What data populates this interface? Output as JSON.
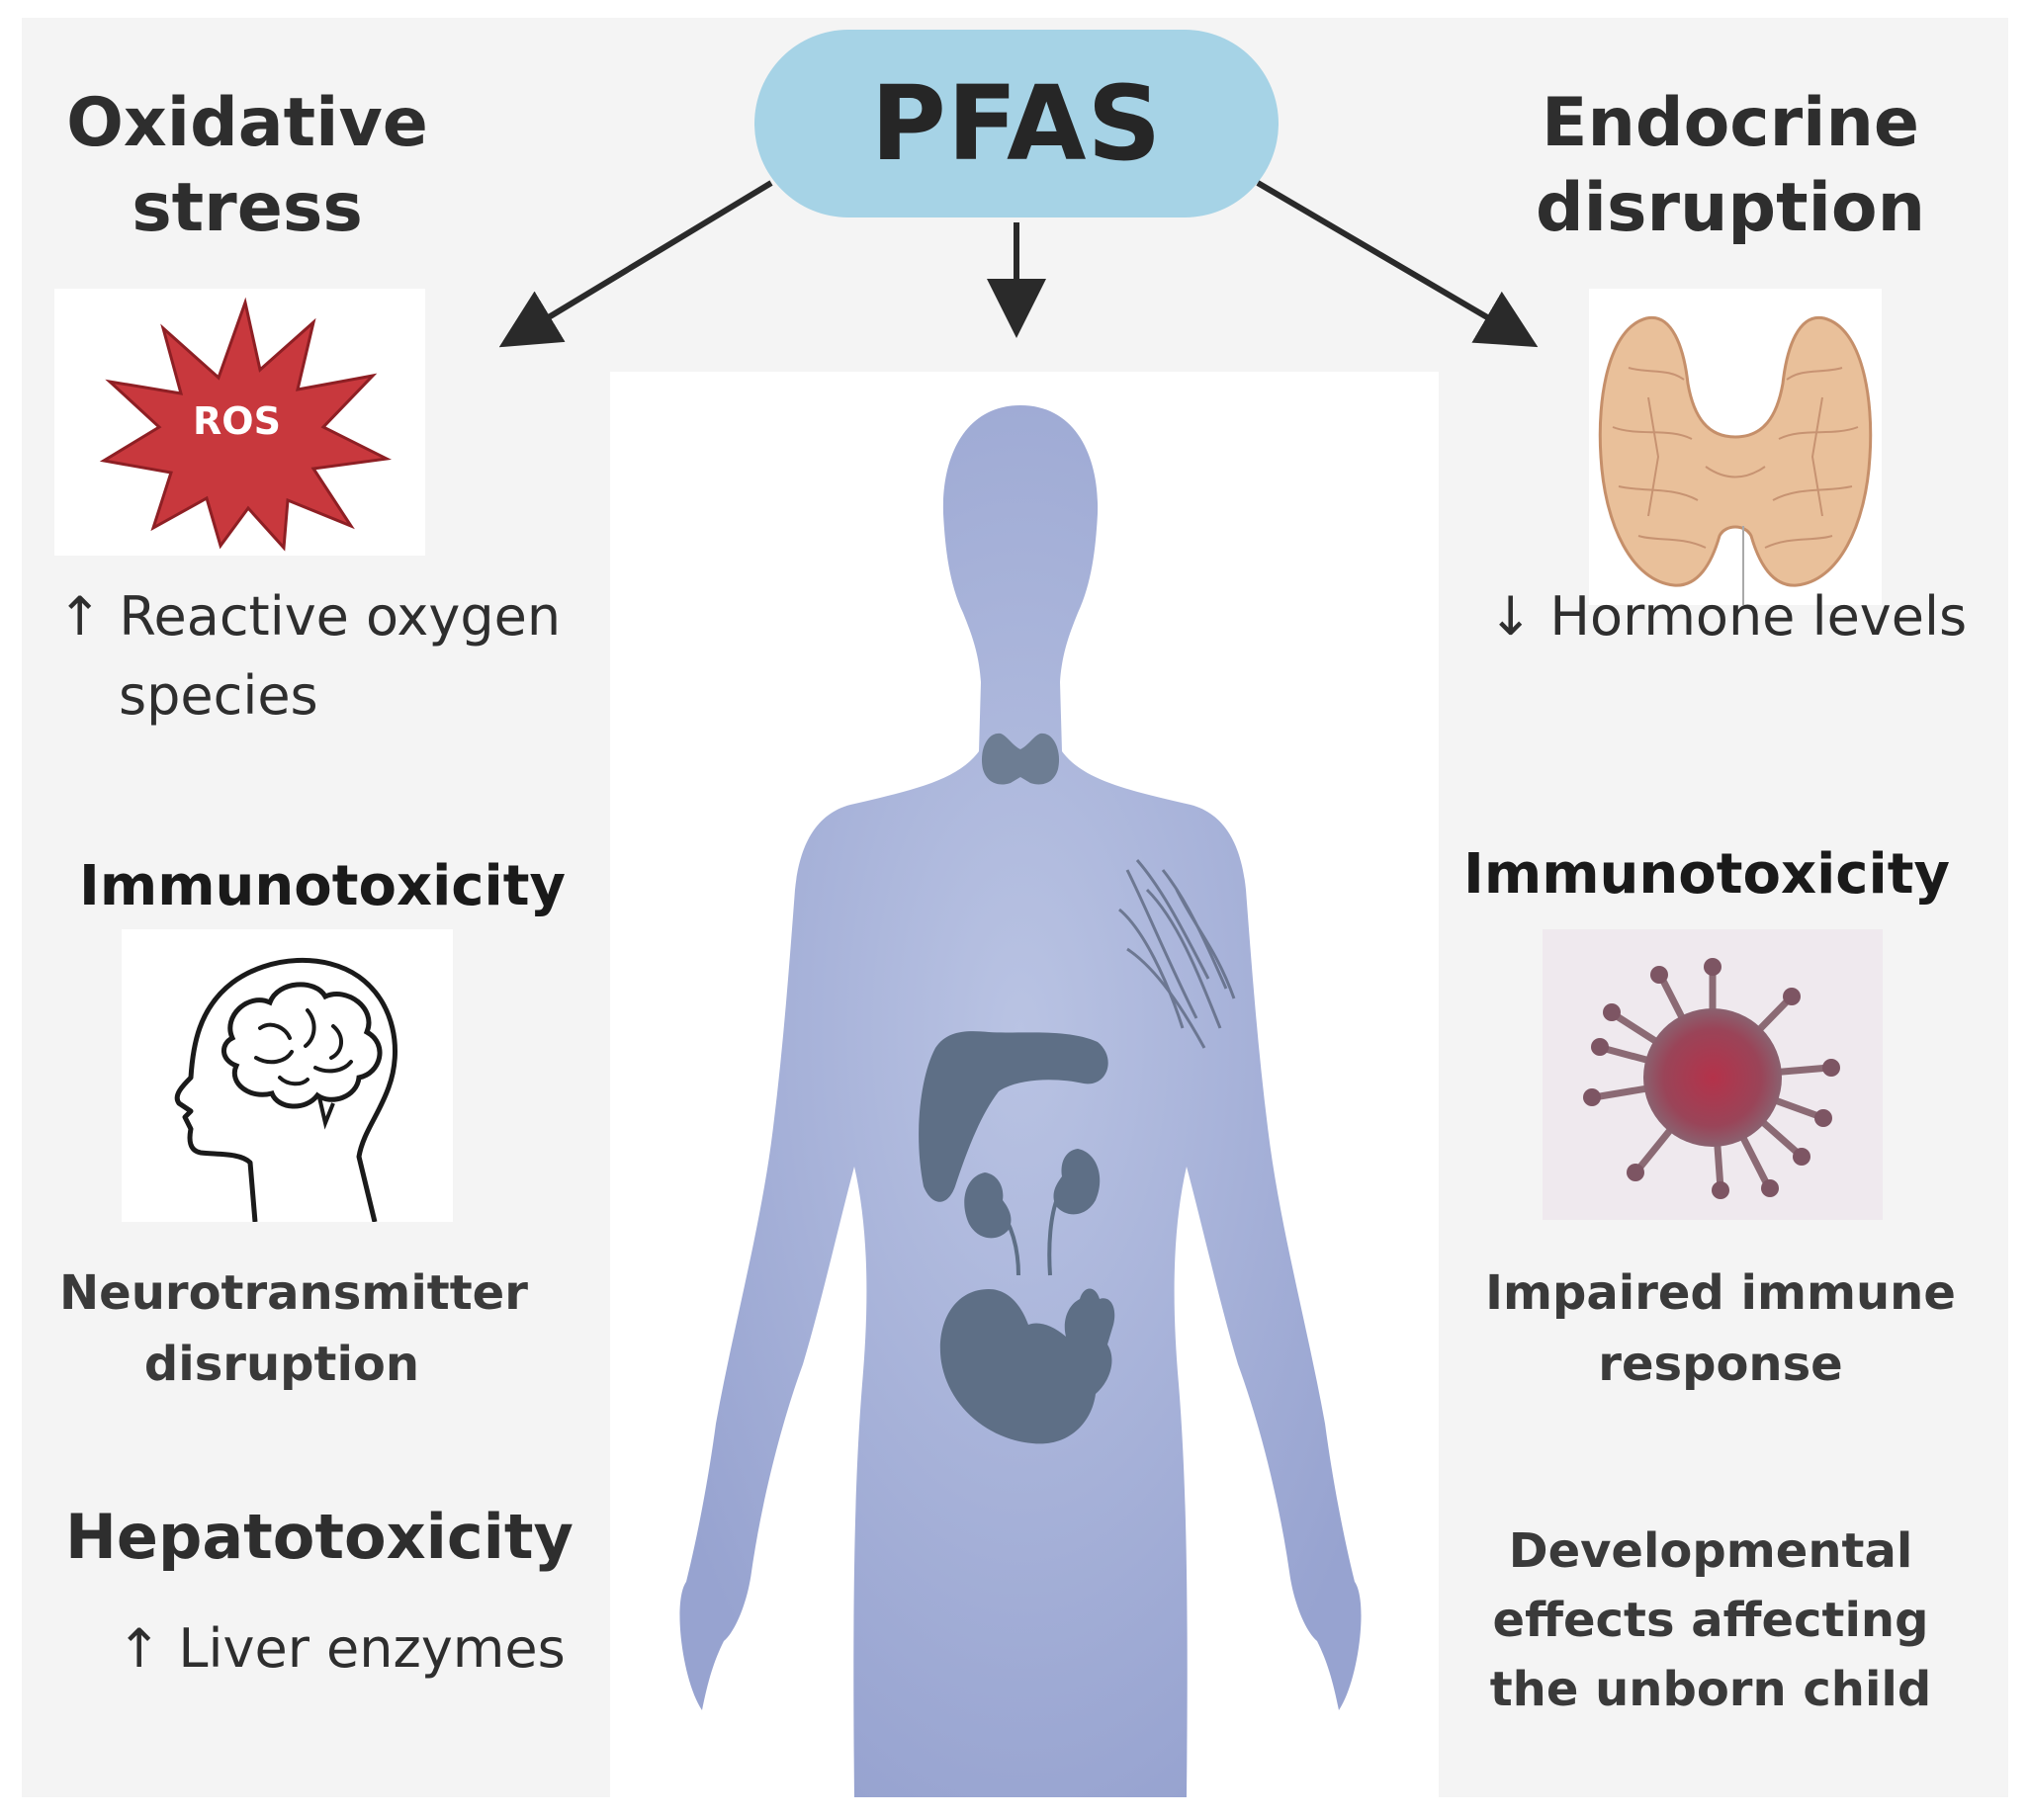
{
  "center": {
    "label": "PFAS"
  },
  "left": {
    "oxidative": {
      "title_line1": "Oxidative",
      "title_line2": "stress",
      "badge": "ROS",
      "desc_arrow": "↑",
      "desc_line1": "Reactive oxygen",
      "desc_line2": "species"
    },
    "immuno": {
      "title": "Immunotoxicity",
      "desc_line1": "Neurotransmitter",
      "desc_line2": "disruption"
    },
    "hepato": {
      "title": "Hepatotoxicity",
      "desc_arrow": "↑",
      "desc": "Liver enzymes"
    }
  },
  "right": {
    "endocrine": {
      "title_line1": "Endocrine",
      "title_line2": "disruption",
      "desc_arrow": "↓",
      "desc": "Hormone levels"
    },
    "immuno": {
      "title": "Immunotoxicity",
      "desc_line1": "Impaired immune",
      "desc_line2": "response"
    },
    "developmental": {
      "line1": "Developmental",
      "line2": "effects affecting",
      "line3": "the unborn child"
    }
  },
  "icons": [
    "ros-burst-icon",
    "brain-head-icon",
    "thyroid-gland-icon",
    "virus-cell-icon",
    "human-body-icon",
    "liver-icon",
    "kidney-icon",
    "fetus-icon",
    "lymph-vessels-icon"
  ],
  "colors": {
    "pill": "#a6d3e6",
    "ros": "#c8383d",
    "body": "#9aa6d2",
    "organs": "#5e6f86",
    "thyroid": "#e9c09a",
    "virus": "#a33a4a"
  }
}
